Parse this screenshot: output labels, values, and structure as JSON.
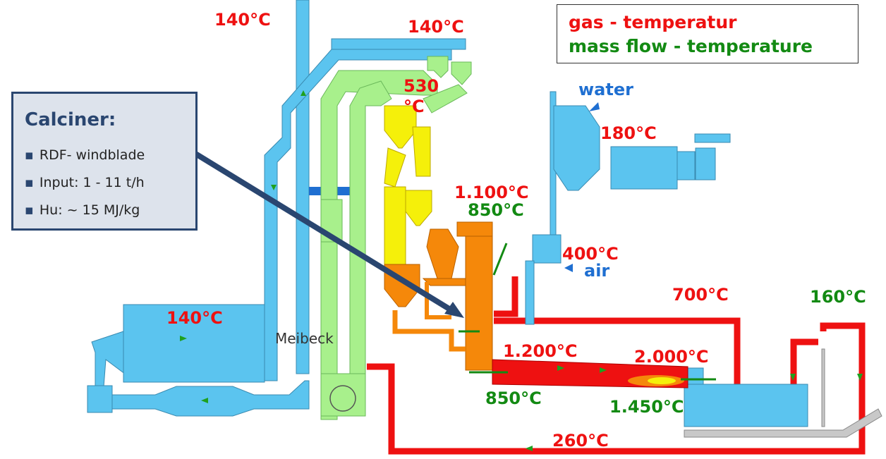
{
  "legend": {
    "gas_label": "gas - temperatur",
    "mass_label": "mass flow - temperature"
  },
  "infobox": {
    "title": "Calciner:",
    "items": [
      "RDF- windblade",
      "Input: 1 - 11 t/h",
      "Hu: ~ 15 MJ/kg"
    ]
  },
  "labels": {
    "t_stack": "140°C",
    "t_top": "140°C",
    "t_cyclone": "530\n°C",
    "t_cooler_cyclone": "180°C",
    "t_calciner_gas": "1.100°C",
    "t_calciner_mass": "850°C",
    "t_air": "400°C",
    "water": "water",
    "air": "air",
    "t_filter": "140°C",
    "t_duct": "700°C",
    "t_cooler_out": "160°C",
    "t_kiln_in": "1.200°C",
    "t_flame": "2.000°C",
    "t_kiln_mass": "850°C",
    "t_clinker": "1.450°C",
    "t_return": "260°C",
    "faint_text": "Meibeck"
  },
  "colors": {
    "gas": "#ee1111",
    "mass": "#138a13",
    "blue_text": "#1f6fd1",
    "gas_duct": "#5bc4ef",
    "preheater_green": "#a8f08c",
    "preheater_yellow": "#f5f00a",
    "calciner_orange": "#f5880a",
    "kiln_red": "#ee1111",
    "box_border": "#2a4670"
  }
}
